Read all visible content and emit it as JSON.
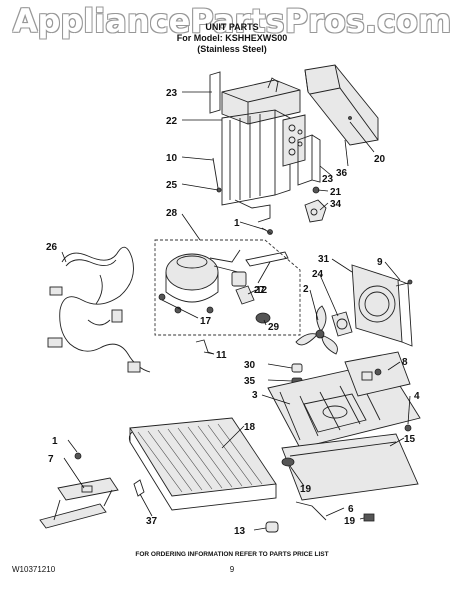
{
  "watermark": "AppliancePartsPros.com",
  "header": {
    "title": "UNIT PARTS",
    "model_line": "For Model: KSHHEXWS00",
    "finish": "(Stainless Steel)"
  },
  "callouts": [
    "23",
    "22",
    "10",
    "25",
    "28",
    "1",
    "26",
    "27",
    "12",
    "17",
    "29",
    "11",
    "20",
    "36",
    "23",
    "21",
    "34",
    "31",
    "9",
    "24",
    "2",
    "30",
    "35",
    "3",
    "8",
    "4",
    "18",
    "15",
    "19",
    "1",
    "7",
    "37",
    "13",
    "6",
    "19"
  ],
  "footer": {
    "note": "FOR ORDERING INFORMATION REFER TO PARTS PRICE LIST",
    "doc_number": "W10371210",
    "page": "9"
  }
}
